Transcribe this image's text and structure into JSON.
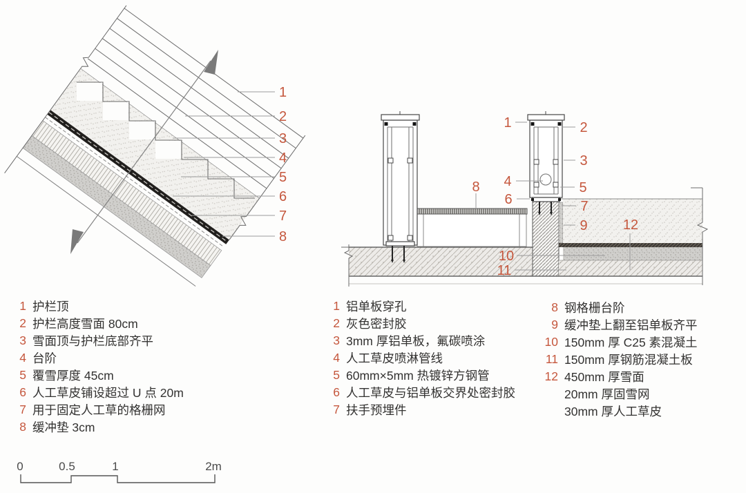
{
  "accent_color": "#c5573d",
  "left_diagram": {
    "description": "sloped-stair-snow-section",
    "callouts": [
      "1",
      "2",
      "3",
      "4",
      "5",
      "6",
      "7",
      "8"
    ]
  },
  "right_diagram": {
    "description": "railing-walkway-snow-section",
    "callouts": [
      "1",
      "2",
      "3",
      "4",
      "5",
      "6",
      "7",
      "8",
      "9",
      "10",
      "11",
      "12"
    ]
  },
  "legend_left": {
    "items": [
      {
        "num": "1",
        "text": "护栏顶"
      },
      {
        "num": "2",
        "text": "护栏高度雪面 80cm"
      },
      {
        "num": "3",
        "text": "雪面顶与护栏底部齐平"
      },
      {
        "num": "4",
        "text": "台阶"
      },
      {
        "num": "5",
        "text": "覆雪厚度 45cm"
      },
      {
        "num": "6",
        "text": "人工草皮铺设超过 U 点 20m"
      },
      {
        "num": "7",
        "text": "用于固定人工草的格栅网"
      },
      {
        "num": "8",
        "text": "缓冲垫 3cm"
      }
    ]
  },
  "legend_middle": {
    "items": [
      {
        "num": "1",
        "text": "铝单板穿孔"
      },
      {
        "num": "2",
        "text": "灰色密封胶"
      },
      {
        "num": "3",
        "text": "3mm 厚铝单板，氟碳喷涂"
      },
      {
        "num": "4",
        "text": "人工草皮喷淋管线"
      },
      {
        "num": "5",
        "text": "60mm×5mm 热镀锌方钢管"
      },
      {
        "num": "6",
        "text": "人工草皮与铝单板交界处密封胶"
      },
      {
        "num": "7",
        "text": "扶手预埋件"
      }
    ]
  },
  "legend_right": {
    "items": [
      {
        "num": "8",
        "text": "钢格栅台阶"
      },
      {
        "num": "9",
        "text": "缓冲垫上翻至铝单板齐平"
      },
      {
        "num": "10",
        "text": "150mm 厚 C25 素混凝土"
      },
      {
        "num": "11",
        "text": "150mm 厚钢筋混凝土板"
      },
      {
        "num": "12",
        "text": "450mm 厚雪面"
      },
      {
        "num": "",
        "text": "20mm 厚固雪网"
      },
      {
        "num": "",
        "text": "30mm 厚人工草皮"
      }
    ]
  },
  "scale_bar": {
    "labels": [
      "0",
      "0.5",
      "1",
      "2m"
    ]
  }
}
